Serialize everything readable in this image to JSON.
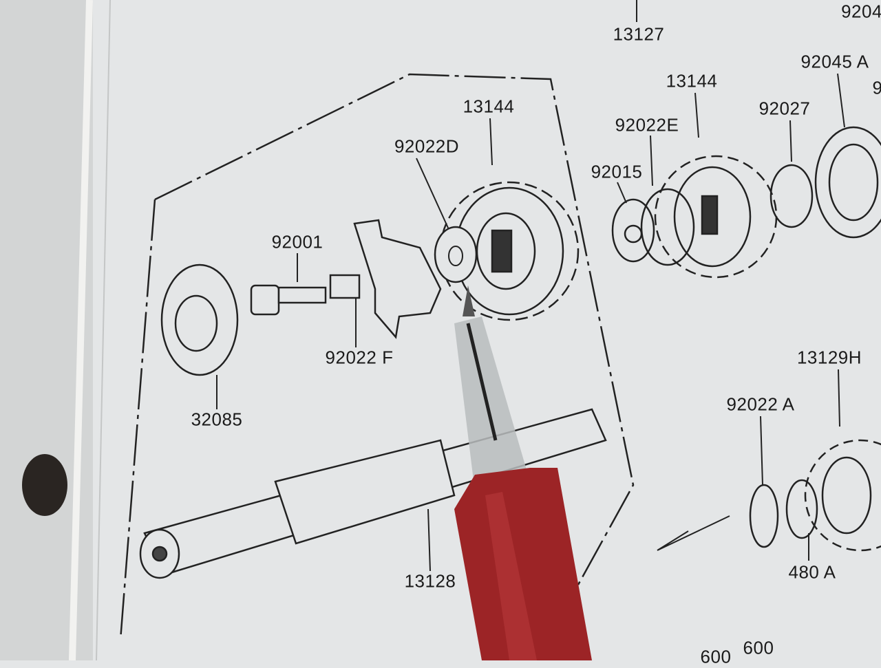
{
  "labels": {
    "l13127": "13127",
    "l9204": "9204",
    "l92045A": "92045 A",
    "l9": "9",
    "l13144_right": "13144",
    "l92027": "92027",
    "l92022E": "92022E",
    "l92015": "92015",
    "l13144_left": "13144",
    "l92022D": "92022D",
    "l92001": "92001",
    "l32085": "32085",
    "l92022F": "92022 F",
    "l13128": "13128",
    "l13129H": "13129H",
    "l92022A": "92022 A",
    "l480A": "480 A",
    "l600a": "600",
    "l600b": "600"
  },
  "colors": {
    "paper": "#e4e6e7",
    "ink": "#1a1a1a",
    "pen_grip": "#9c2426",
    "page_edge": "#c9cbcb"
  }
}
